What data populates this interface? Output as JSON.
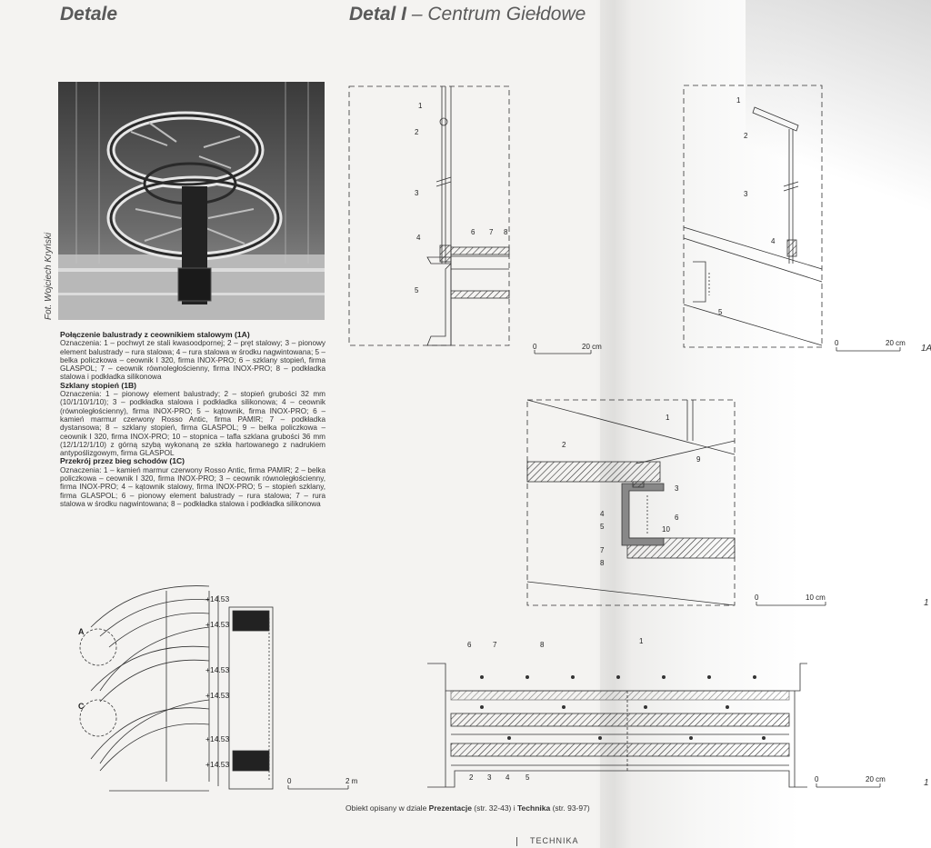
{
  "header": {
    "left_title": "Detale",
    "right_title_bold": "Detal I",
    "right_title_dash": " – ",
    "right_title_light": "Centrum Giełdowe"
  },
  "photo": {
    "credit": "Fot. Wojciech Kryński"
  },
  "captions": [
    {
      "title": "Połączenie balustrady z ceownikiem stalowym (1A)",
      "text": "Oznaczenia: 1 – pochwyt ze stali kwasoodpornej; 2 – pręt stalowy; 3 – pionowy element balustrady – rura stalowa; 4 – rura stalowa w środku nagwintowana; 5 – belka policzkowa – ceownik I 320, firma INOX-PRO; 6 – szklany stopień, firma GLASPOL; 7 – ceownik równoległościenny, firma INOX-PRO; 8 – podkładka stalowa i podkładka silikonowa"
    },
    {
      "title": "Szklany stopień (1B)",
      "text": "Oznaczenia: 1 – pionowy element balustrady; 2 – stopień grubości 32 mm (10/1/10/1/10); 3 – podkładka stalowa i podkładka silikonowa; 4 – ceownik (równoległościenny), firma INOX-PRO; 5 – kątownik, firma INOX-PRO; 6 – kamień marmur czerwony Rosso Antic, firma PAMIR; 7 – podkładka dystansowa; 8 – szklany stopień, firma GLASPOL; 9 – belka policzkowa – ceownik I 320, firma INOX-PRO; 10 – stopnica – tafla szklana grubości 36 mm (12/1/12/1/10) z górną szybą wykonaną ze szkła hartowanego z nadrukiem antypoślizgowym, firma GLASPOL"
    },
    {
      "title": "Przekrój przez bieg schodów (1C)",
      "text": "Oznaczenia: 1 – kamień marmur czerwony Rosso Antic, firma PAMIR; 2 – belka policzkowa – ceownik I 320, firma INOX-PRO; 3 – ceownik równoległościenny, firma INOX-PRO; 4 – kątownik stalowy, firma INOX-PRO; 5 – stopień szklany, firma GLASPOL; 6 – pionowy element balustrady – rura stalowa; 7 – rura stalowa w środku nagwintowana; 8 – podkładka stalowa i podkładka silikonowa"
    }
  ],
  "drawings": {
    "elevation_labels": [
      "A",
      "C"
    ],
    "level_marks": [
      "+14.53",
      "+14.53",
      "+14.53",
      "+14.53",
      "+14.53",
      "+14.53"
    ],
    "scale_2m": [
      "0",
      "2 m"
    ],
    "detail_1a_labels": [
      "1",
      "2",
      "3",
      "4",
      "5",
      "6",
      "7",
      "8"
    ],
    "detail_1a_side_labels": [
      "1",
      "2",
      "3",
      "4",
      "5"
    ],
    "detail_1b_labels": [
      "1",
      "2",
      "3",
      "4",
      "5",
      "6",
      "7",
      "8",
      "9",
      "10"
    ],
    "detail_1c_labels": [
      "6",
      "7",
      "8",
      "1",
      "2",
      "3",
      "4",
      "5"
    ],
    "scale_20cm_a": [
      "0",
      "20 cm"
    ],
    "scale_20cm_b": [
      "0",
      "20 cm"
    ],
    "scale_10cm": [
      "0",
      "10 cm"
    ],
    "scale_20cm_c": [
      "0",
      "20 cm"
    ],
    "edge_fragments": [
      "1A",
      "1",
      "1"
    ]
  },
  "footer": {
    "note_prefix": "Obiekt opisany w dziale ",
    "note_link1": "Prezentacje",
    "note_mid": " (str. 32-43) i ",
    "note_link2": "Technika",
    "note_suffix": " (str. 93-97)",
    "section": "TECHNIKA"
  }
}
